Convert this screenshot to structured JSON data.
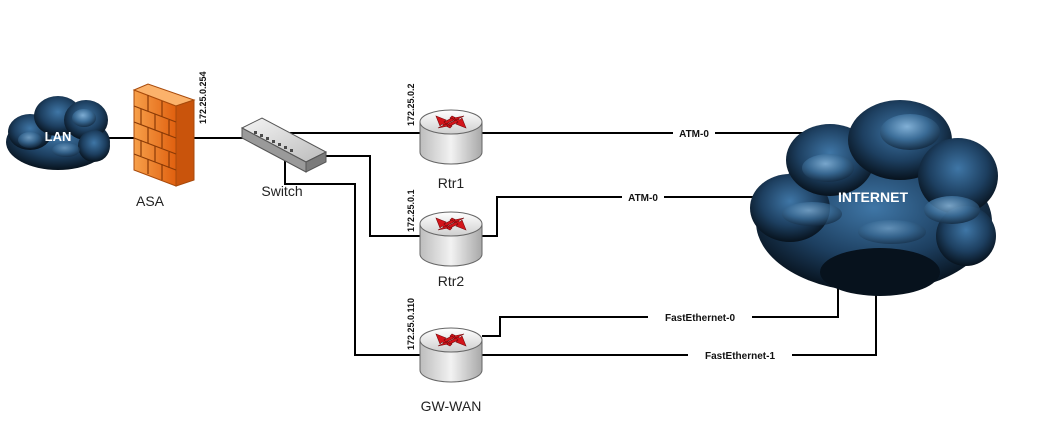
{
  "nodes": {
    "lan": {
      "label": "LAN"
    },
    "asa": {
      "label": "ASA",
      "ip": "172.25.0.254"
    },
    "switch": {
      "label": "Switch"
    },
    "rtr1": {
      "label": "Rtr1",
      "ip": "172.25.0.2"
    },
    "rtr2": {
      "label": "Rtr2",
      "ip": "172.25.0.1"
    },
    "gwwan": {
      "label": "GW-WAN",
      "ip": "172.25.0.110"
    },
    "internet": {
      "label": "INTERNET"
    }
  },
  "links": {
    "rtr1_atm": "ATM-0",
    "rtr2_atm": "ATM-0",
    "gw_fe0": "FastEthernet-0",
    "gw_fe1": "FastEthernet-1"
  },
  "colors": {
    "cloud_dark": "#0b1a2a",
    "cloud_mid": "#2e5f8a",
    "cloud_light": "#6fa3cf",
    "firewall": "#f07a1e",
    "router_body": "#e8e8e8",
    "router_arrow": "#d4141a"
  }
}
